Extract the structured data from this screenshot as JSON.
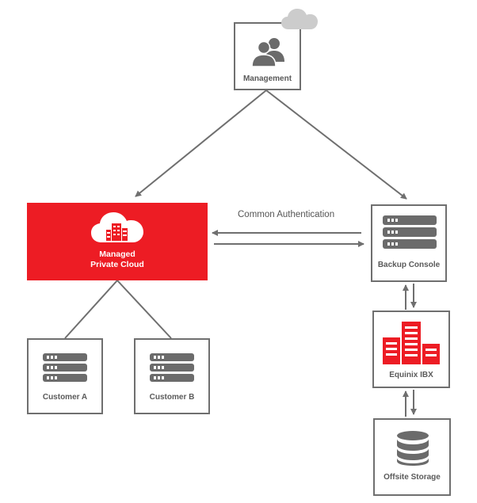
{
  "nodes": {
    "management": {
      "label": "Management"
    },
    "managed_private_cloud": {
      "label_line1": "Managed",
      "label_line2": "Private Cloud"
    },
    "backup_console": {
      "label": "Backup Console"
    },
    "customer_a": {
      "label": "Customer A"
    },
    "customer_b": {
      "label": "Customer B"
    },
    "equinix_ibx": {
      "label": "Equinix IBX"
    },
    "offsite_storage": {
      "label": "Offsite Storage"
    }
  },
  "edges": {
    "common_authentication": {
      "label": "Common Authentication"
    }
  },
  "colors": {
    "brand_red": "#ed1c24",
    "line_gray": "#6f6f6f",
    "icon_gray": "#6b6b6b",
    "cloud_gray": "#cccccc"
  },
  "icons": {
    "management": "users-icon",
    "cloud_badge": "cloud-icon",
    "managed_private_cloud": "cloud-building-icon",
    "server": "server-stack-icon",
    "equinix_ibx": "buildings-icon",
    "offsite_storage": "database-icon"
  }
}
